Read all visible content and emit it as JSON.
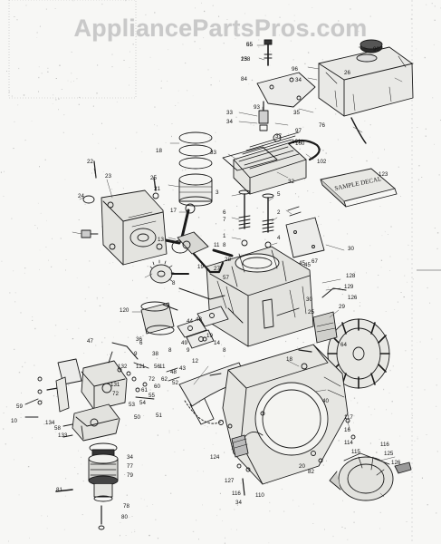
{
  "watermark": "AppliancePartsPros.com",
  "sticker_label": "SAMPLE DECAL",
  "callouts": [
    "55",
    "138",
    "84",
    "96",
    "34",
    "26",
    "90",
    "93",
    "33",
    "34",
    "35",
    "97",
    "100",
    "76",
    "37",
    "101",
    "33",
    "32",
    "102",
    "123",
    "18",
    "22",
    "23",
    "25",
    "24",
    "21",
    "17",
    "13",
    "3",
    "5",
    "6",
    "7",
    "2",
    "1",
    "4",
    "8",
    "30",
    "57",
    "8",
    "19",
    "11",
    "27",
    "28",
    "45",
    "45",
    "67",
    "128",
    "129",
    "30",
    "126",
    "29",
    "25",
    "120",
    "44",
    "48",
    "19",
    "14",
    "8",
    "47",
    "12",
    "49",
    "9",
    "38",
    "36",
    "11",
    "8",
    "6",
    "9",
    "121",
    "43",
    "48",
    "52",
    "132",
    "131",
    "72",
    "61",
    "60",
    "55",
    "54",
    "53",
    "51",
    "50",
    "72",
    "56",
    "62",
    "59",
    "10",
    "134",
    "58",
    "133",
    "18",
    "40",
    "117",
    "16",
    "114",
    "115",
    "116",
    "125",
    "126",
    "124",
    "116",
    "127",
    "34",
    "110",
    "34",
    "77",
    "79",
    "78",
    "80",
    "81",
    "82",
    "20",
    "64",
    "65",
    "25"
  ]
}
